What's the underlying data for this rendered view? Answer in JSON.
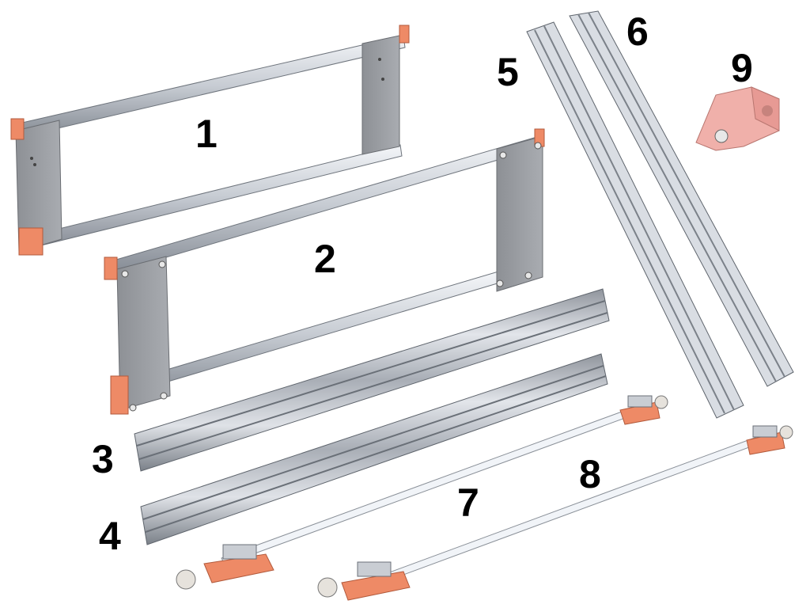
{
  "labels": {
    "part1": "1",
    "part2": "2",
    "part3": "3",
    "part4": "4",
    "part5": "5",
    "part6": "6",
    "part7": "7",
    "part8": "8",
    "part9": "9"
  },
  "colors": {
    "background": "#ffffff",
    "aluminum_light": "#e7eaef",
    "aluminum_mid": "#b9bec6",
    "aluminum_dark": "#7d838c",
    "plate_gray": "#9a9da2",
    "rod_light": "#dde2e8",
    "printed_part_orange": "#ee8a66",
    "printed_part_pink": "#f0b0aa",
    "belt": "#f1f4f8"
  }
}
